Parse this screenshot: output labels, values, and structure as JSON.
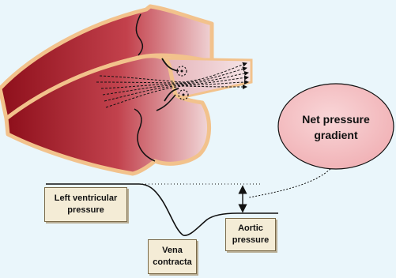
{
  "labels": {
    "left_ventricular_pressure": [
      "Left ventricular",
      "pressure"
    ],
    "aortic_pressure": [
      "Aortic",
      "pressure"
    ],
    "vena_contracta": [
      "Vena",
      "contracta"
    ],
    "net_pressure_gradient": [
      "Net pressure",
      "gradient"
    ]
  },
  "colors": {
    "background": "#eaf6fb",
    "myocardium_dark": "#9b1a24",
    "myocardium_light": "#f0d4d4",
    "outline": "#f2c28c",
    "gradient_bubble": "#f6c4c6",
    "label_fill": "#f4ecd6"
  },
  "icons": [
    "flow-arrows",
    "vortex-symbols",
    "double-headed-arrow"
  ]
}
